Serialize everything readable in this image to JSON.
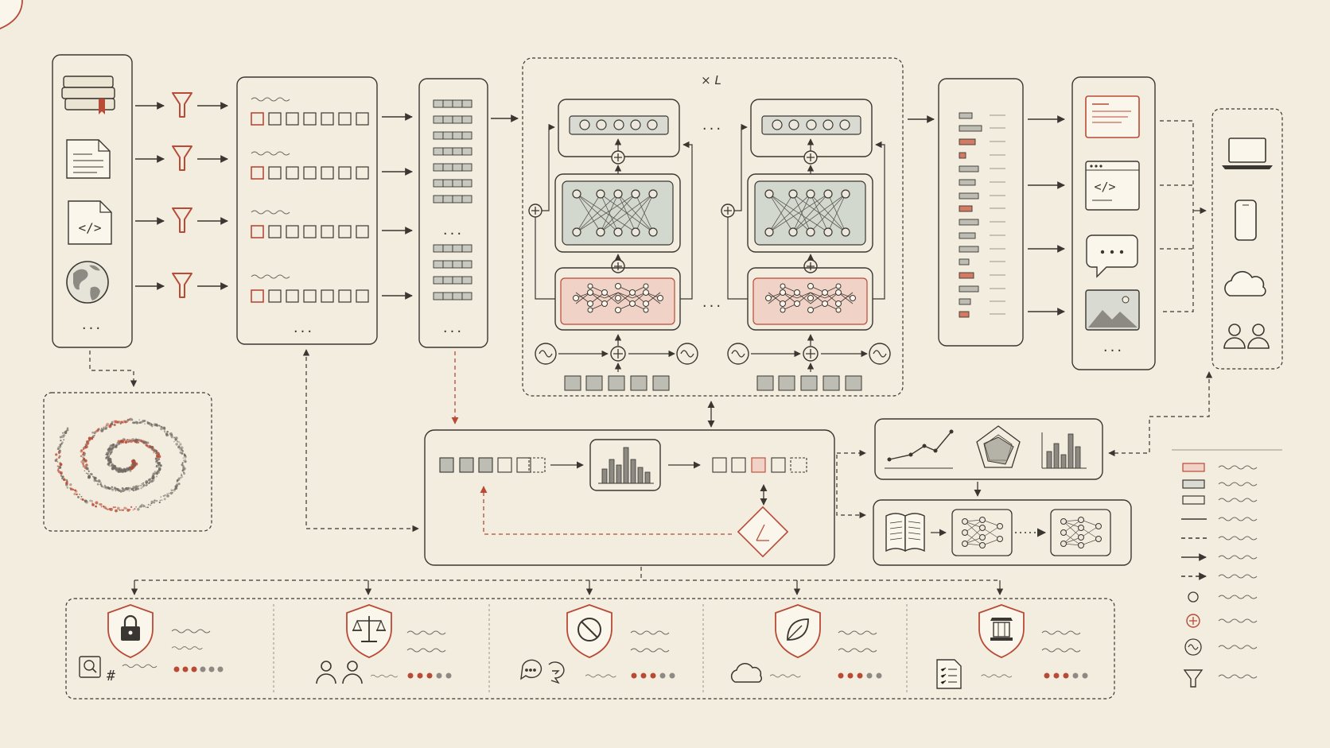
{
  "layer_repeat_label": "× L",
  "ellipsis": "...",
  "colors": {
    "background": "#f3eddf",
    "ink": "#3a3631",
    "accent": "#b84a36",
    "accent_fill": "#f1d2c6",
    "gray_fill": "#d9dbd3",
    "gray_block": "#bdbdb4"
  },
  "data_sources": [
    "books-icon",
    "document-icon",
    "code-file-icon",
    "globe-icon"
  ],
  "deployment_targets": [
    "laptop-icon",
    "phone-icon",
    "cloud-icon",
    "users-icon"
  ],
  "output_modalities": [
    "text-output-icon",
    "code-window-icon",
    "chat-bubble-icon",
    "image-icon"
  ],
  "safety_principles": [
    "lock-shield-icon",
    "scales-shield-icon",
    "prohibited-shield-icon",
    "leaf-shield-icon",
    "pillar-shield-icon"
  ],
  "legend_symbols": [
    "red-box",
    "gray-box",
    "empty-box",
    "solid-line",
    "dashed-line",
    "solid-arrow",
    "dashed-arrow",
    "circle-node",
    "plus-node",
    "wave-node",
    "filter-icon"
  ]
}
